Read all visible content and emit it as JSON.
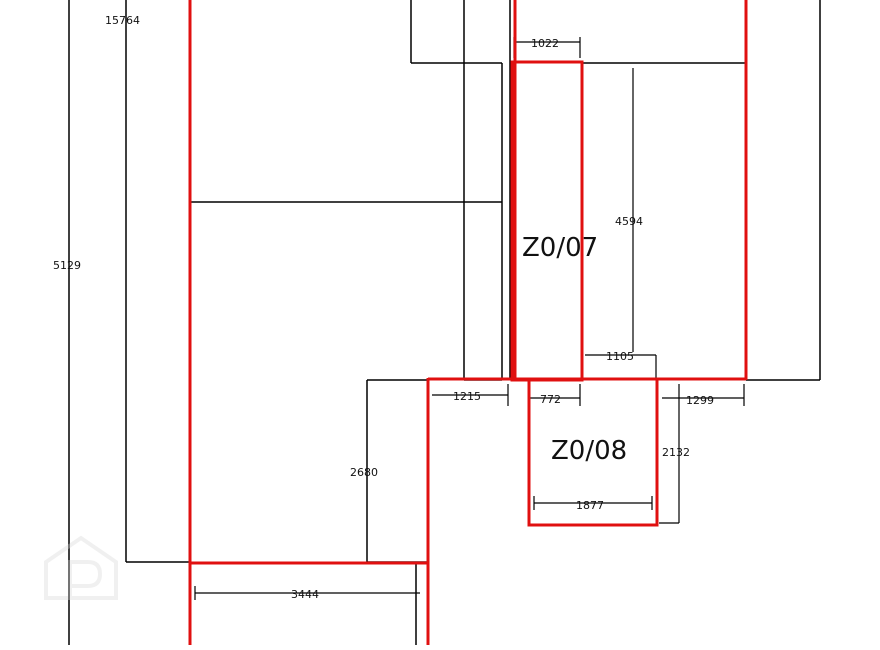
{
  "rooms": {
    "z007": "Z0/07",
    "z008": "Z0/08"
  },
  "dimensions": {
    "d15764": "15764",
    "d5129": "5129",
    "d1022": "1022",
    "d4594": "4594",
    "d1105": "1105",
    "d1215": "1215",
    "d772": "772",
    "d1299": "1299",
    "d2680": "2680",
    "d2132": "2132",
    "d1877": "1877",
    "d3444": "3444"
  },
  "colors": {
    "wall_highlight": "#e01010",
    "line": "#000000"
  },
  "watermark_icon": "house-p-watermark-icon"
}
